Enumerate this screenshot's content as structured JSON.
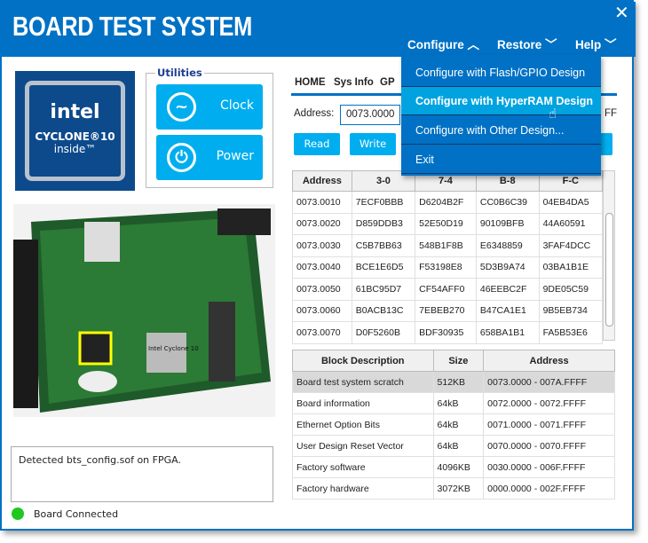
{
  "app": {
    "title": "BOARD TEST SYSTEM"
  },
  "menubar": [
    {
      "label": "Configure",
      "arrow": "^"
    },
    {
      "label": "Restore",
      "arrow": "v"
    },
    {
      "label": "Help",
      "arrow": "v"
    }
  ],
  "dropdown": [
    "Configure with Flash/GPIO Design",
    "Configure with HyperRAM Design",
    "Configure with Other Design...",
    "Exit"
  ],
  "logo": {
    "brand": "intel",
    "product": "CYCLONE®10",
    "tag": "inside™"
  },
  "utilities": {
    "title": "Utilities",
    "clock": "Clock",
    "power": "Power"
  },
  "board_chip_label": "Intel Cyclone 10",
  "tabs": [
    "HOME",
    "Sys Info",
    "GP"
  ],
  "address": {
    "label": "Address:",
    "value": "0073.0000",
    "suffix": "FF"
  },
  "buttons": {
    "read": "Read",
    "write": "Write"
  },
  "memory_table": {
    "headers": [
      "Address",
      "3-0",
      "7-4",
      "B-8",
      "F-C"
    ],
    "rows": [
      [
        "0073.0010",
        "7ECF0BBB",
        "D6204B2F",
        "CC0B6C39",
        "04EB4DA5"
      ],
      [
        "0073.0020",
        "D859DDB3",
        "52E50D19",
        "90109BFB",
        "44A60591"
      ],
      [
        "0073.0030",
        "C5B7BB63",
        "548B1F8B",
        "E6348859",
        "3FAF4DCC"
      ],
      [
        "0073.0040",
        "BCE1E6D5",
        "F53198E8",
        "5D3B9A74",
        "03BA1B1E"
      ],
      [
        "0073.0050",
        "61BC95D7",
        "CF54AFF0",
        "46EEBC2F",
        "9DE05C59"
      ],
      [
        "0073.0060",
        "B0ACB13C",
        "7EBEB270",
        "B47CA1E1",
        "9B5EB734"
      ],
      [
        "0073.0070",
        "D0F5260B",
        "BDF30935",
        "658BA1B1",
        "FA5B53E6"
      ]
    ]
  },
  "block_table": {
    "headers": [
      "Block Description",
      "Size",
      "Address"
    ],
    "rows": [
      [
        "Board test system scratch",
        "512KB",
        "0073.0000 - 007A.FFFF"
      ],
      [
        "Board information",
        "64kB",
        "0072.0000 - 0072.FFFF"
      ],
      [
        "Ethernet Option Bits",
        "64kB",
        "0071.0000 - 0071.FFFF"
      ],
      [
        "User Design Reset Vector",
        "64kB",
        "0070.0000 - 0070.FFFF"
      ],
      [
        "Factory software",
        "4096KB",
        "0030.0000 - 006F.FFFF"
      ],
      [
        "Factory hardware",
        "3072KB",
        "0000.0000 - 002F.FFFF"
      ]
    ]
  },
  "message": "Detected bts_config.sof on FPGA.",
  "status": "Board Connected"
}
